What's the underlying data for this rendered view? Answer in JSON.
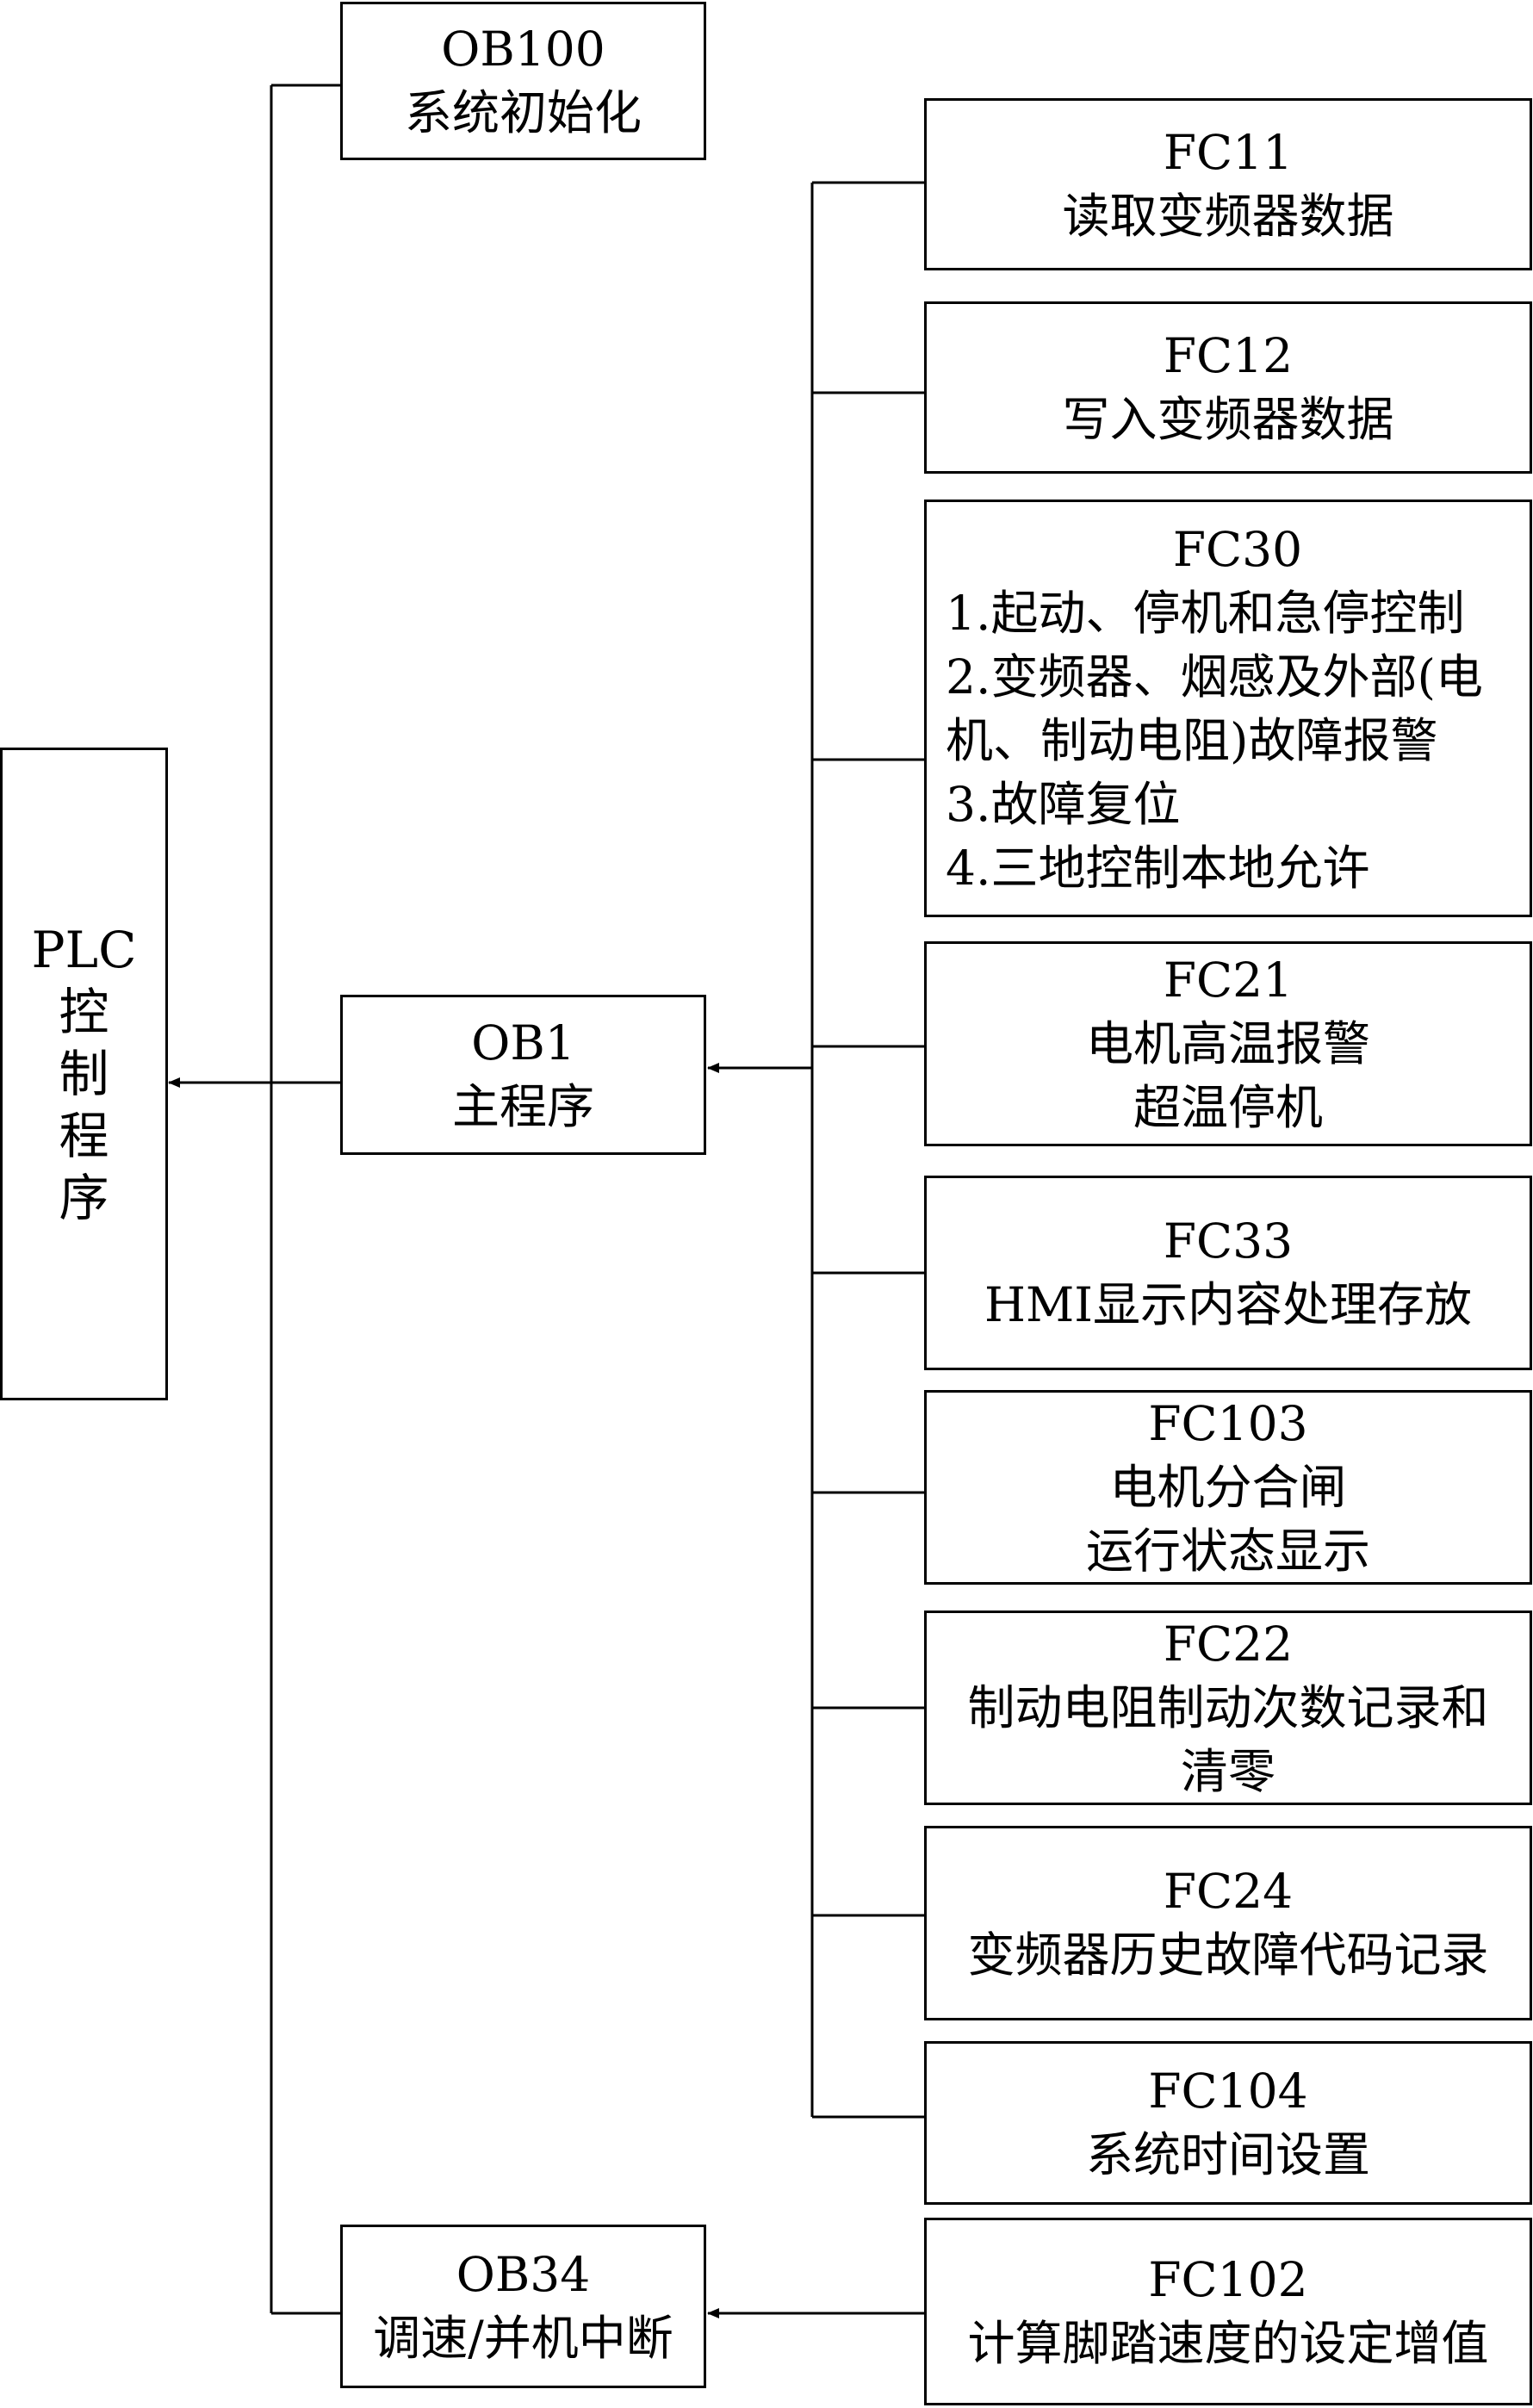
{
  "root": {
    "id": "root",
    "lines": [
      "PLC",
      "控",
      "制",
      "程",
      "序"
    ]
  },
  "ob_blocks": [
    {
      "id": "ob100",
      "lines": [
        "OB100",
        "系统初始化"
      ]
    },
    {
      "id": "ob1",
      "lines": [
        "OB1",
        "主程序"
      ]
    },
    {
      "id": "ob34",
      "lines": [
        "OB34",
        "调速/并机中断"
      ]
    }
  ],
  "fc_blocks": [
    {
      "id": "fc11",
      "lines": [
        "FC11",
        "读取变频器数据"
      ]
    },
    {
      "id": "fc12",
      "lines": [
        "FC12",
        "写入变频器数据"
      ]
    },
    {
      "id": "fc30",
      "lines": [
        "FC30",
        "1.起动、停机和急停控制",
        "2.变频器、烟感及外部(电",
        "机、制动电阻)故障报警",
        "3.故障复位",
        "4.三地控制本地允许"
      ]
    },
    {
      "id": "fc21",
      "lines": [
        "FC21",
        "电机高温报警",
        "超温停机"
      ]
    },
    {
      "id": "fc33",
      "lines": [
        "FC33",
        "HMI显示内容处理存放"
      ]
    },
    {
      "id": "fc103",
      "lines": [
        "FC103",
        "电机分合闸",
        "运行状态显示"
      ]
    },
    {
      "id": "fc22",
      "lines": [
        "FC22",
        "制动电阻制动次数记录和",
        "清零"
      ]
    },
    {
      "id": "fc24",
      "lines": [
        "FC24",
        "变频器历史故障代码记录"
      ]
    },
    {
      "id": "fc104",
      "lines": [
        "FC104",
        "系统时间设置"
      ]
    },
    {
      "id": "fc102",
      "lines": [
        "FC102",
        "计算脚踏速度的设定增值"
      ]
    }
  ]
}
